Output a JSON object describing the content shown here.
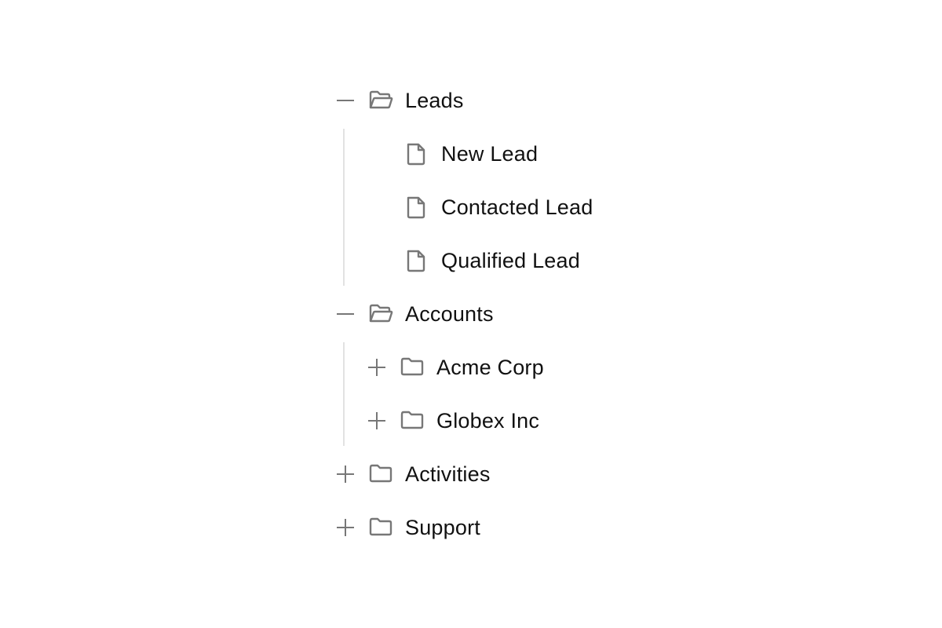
{
  "tree": {
    "leads": {
      "label": "Leads",
      "expanded": true,
      "toggle_icon": "minus-icon",
      "icon": "folder-open-icon",
      "children": [
        {
          "label": "New Lead",
          "icon": "file-icon"
        },
        {
          "label": "Contacted Lead",
          "icon": "file-icon"
        },
        {
          "label": "Qualified Lead",
          "icon": "file-icon"
        }
      ]
    },
    "accounts": {
      "label": "Accounts",
      "expanded": true,
      "toggle_icon": "minus-icon",
      "icon": "folder-open-icon",
      "children": [
        {
          "label": "Acme Corp",
          "expanded": false,
          "toggle_icon": "plus-icon",
          "icon": "folder-icon"
        },
        {
          "label": "Globex Inc",
          "expanded": false,
          "toggle_icon": "plus-icon",
          "icon": "folder-icon"
        }
      ]
    },
    "activities": {
      "label": "Activities",
      "expanded": false,
      "toggle_icon": "plus-icon",
      "icon": "folder-icon"
    },
    "support": {
      "label": "Support",
      "expanded": false,
      "toggle_icon": "plus-icon",
      "icon": "folder-icon"
    }
  },
  "colors": {
    "text": "#111111",
    "icon": "#777777",
    "guide_line": "#e2e2e2",
    "background": "#ffffff"
  }
}
